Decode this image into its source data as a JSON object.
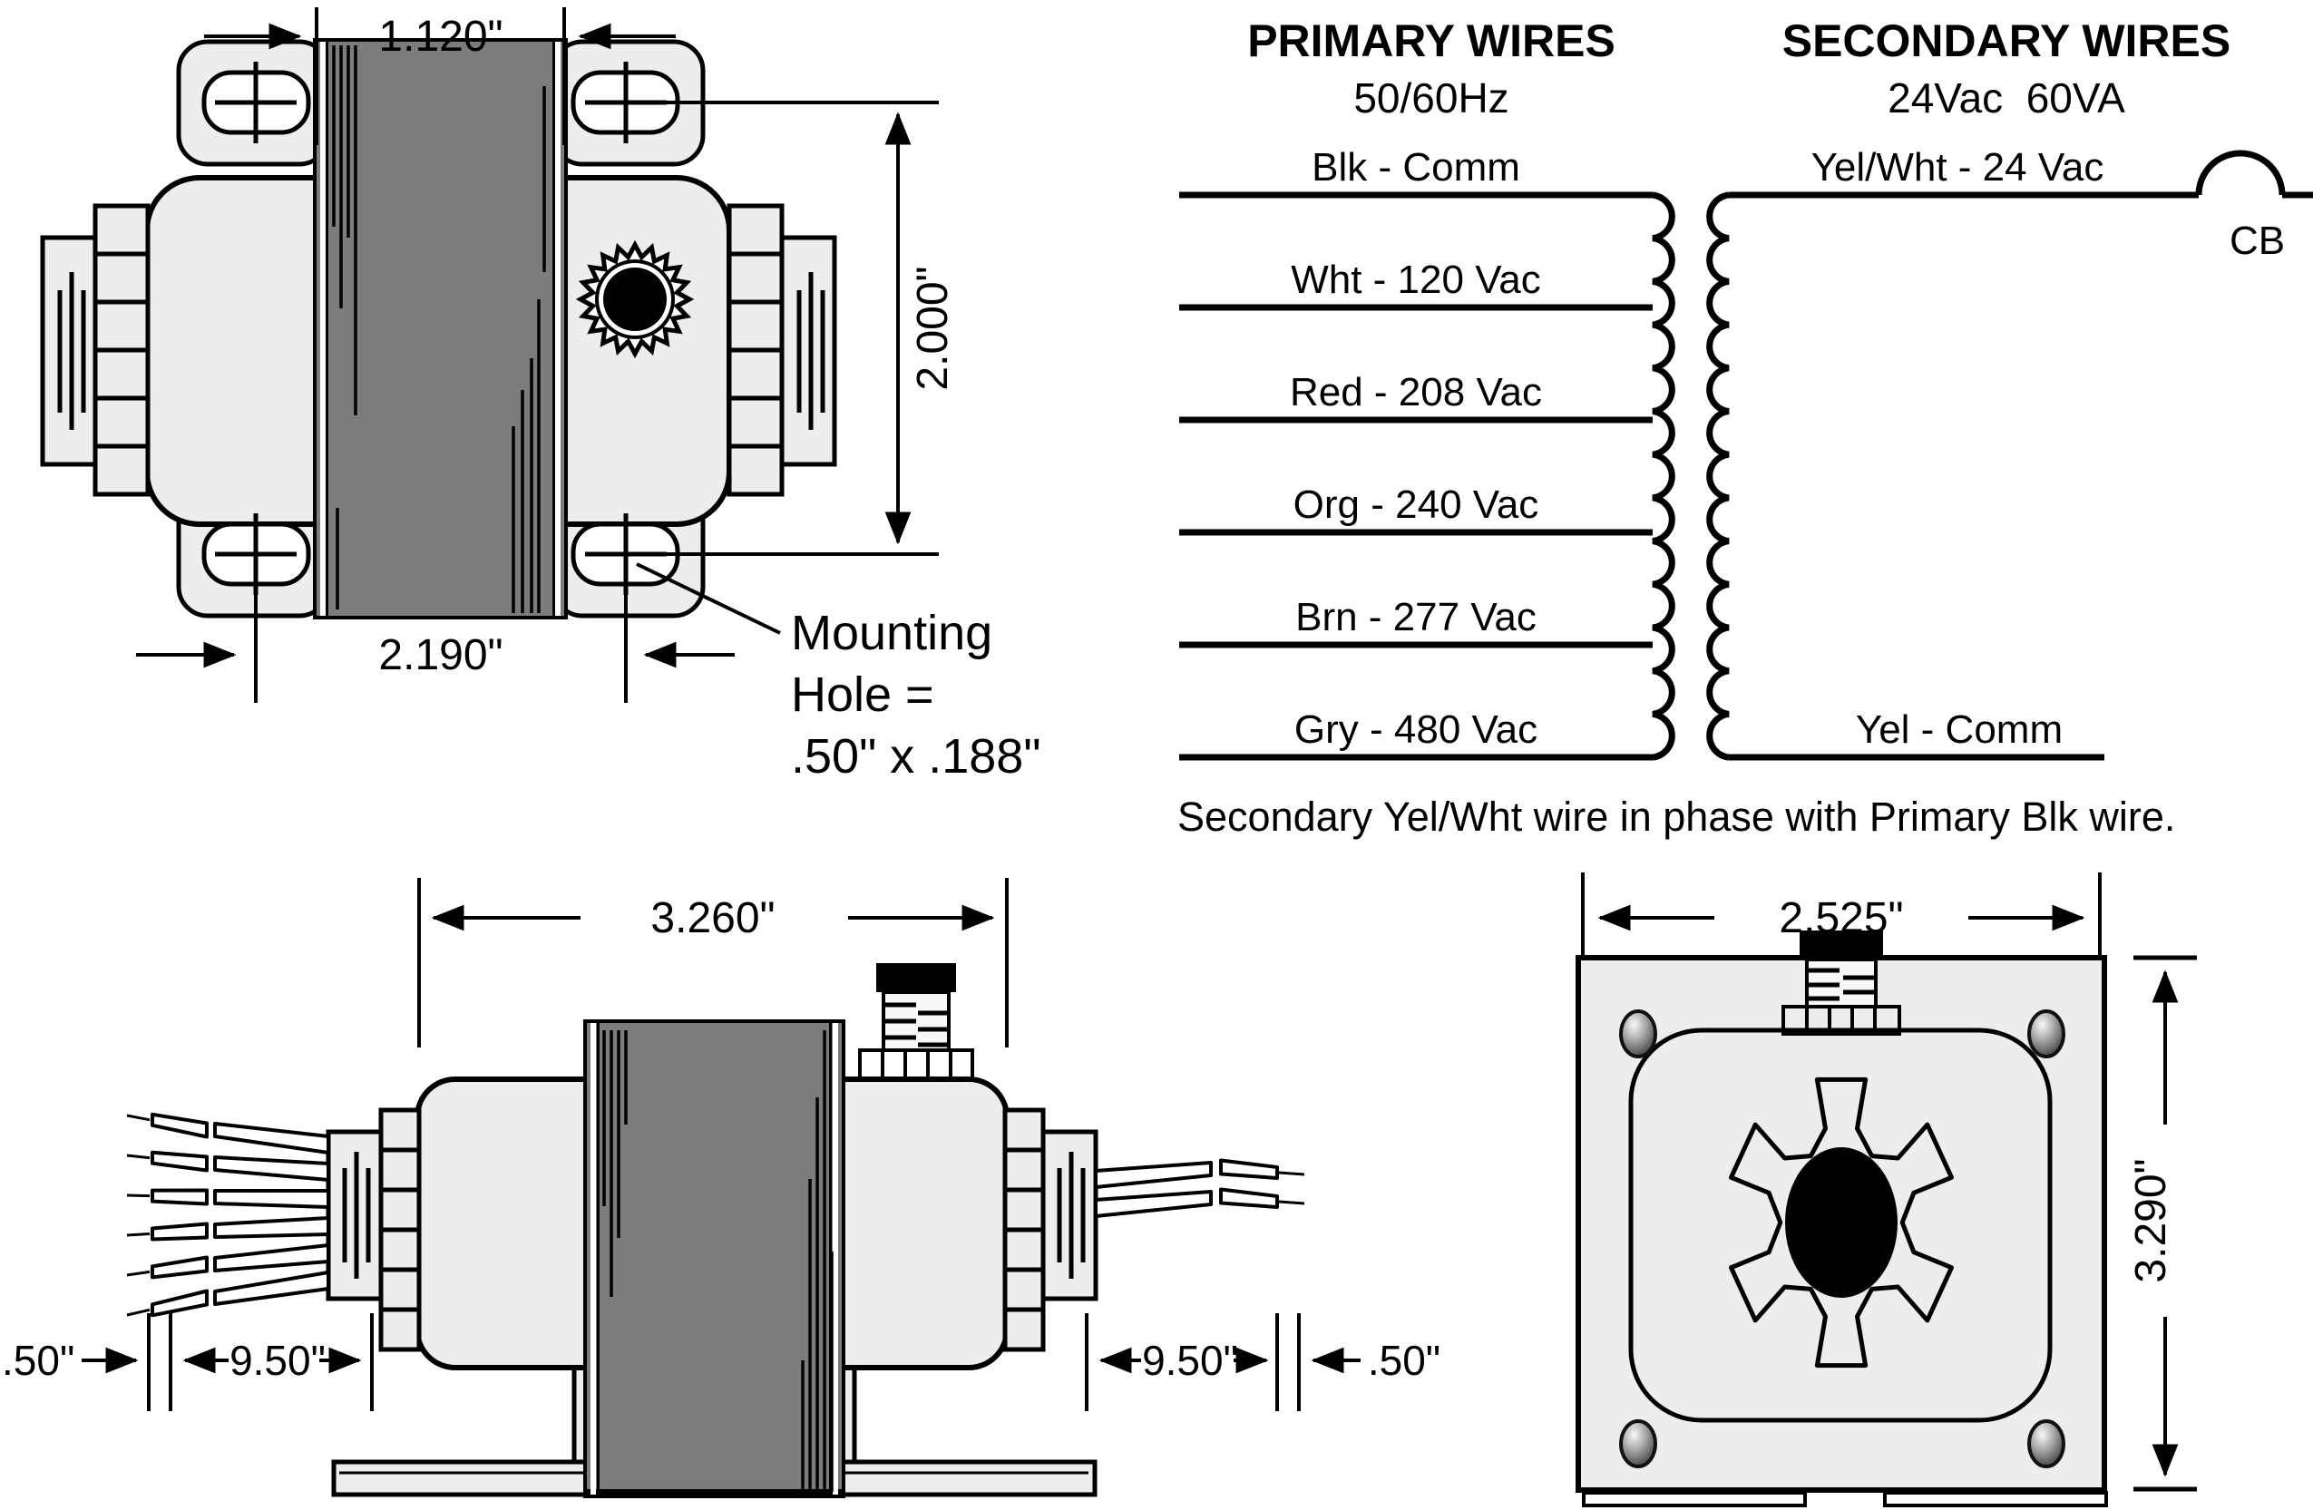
{
  "colors": {
    "body_fill": "#ededed",
    "coil_fill": "#7c7c7c",
    "line": "#000000",
    "background": "#ffffff"
  },
  "top_view": {
    "dim_band_width": "1.120\"",
    "dim_hole_spacing": "2.190\"",
    "dim_height": "2.000\"",
    "mounting_note": [
      "Mounting",
      "Hole =",
      ".50\" x .188\""
    ]
  },
  "wiring": {
    "primary_title": "PRIMARY WIRES",
    "primary_subtitle": "50/60Hz",
    "secondary_title": "SECONDARY WIRES",
    "secondary_subtitle": "24Vac  60VA",
    "primary_wires": [
      "Blk - Comm",
      "Wht - 120 Vac",
      "Red - 208 Vac",
      "Org - 240 Vac",
      "Brn - 277 Vac",
      "Gry - 480 Vac"
    ],
    "secondary_wire_top": "Yel/Wht - 24 Vac",
    "secondary_wire_bottom": "Yel - Comm",
    "breaker_label": "CB",
    "phase_note": "Secondary Yel/Wht wire in phase with Primary Blk wire."
  },
  "side_view": {
    "dim_width": "3.260\"",
    "left_strip": ".50\"",
    "left_length": "9.50\"",
    "right_length": "9.50\"",
    "right_strip": ".50\""
  },
  "end_view": {
    "dim_width": "2.525\"",
    "dim_height": "3.290\""
  }
}
